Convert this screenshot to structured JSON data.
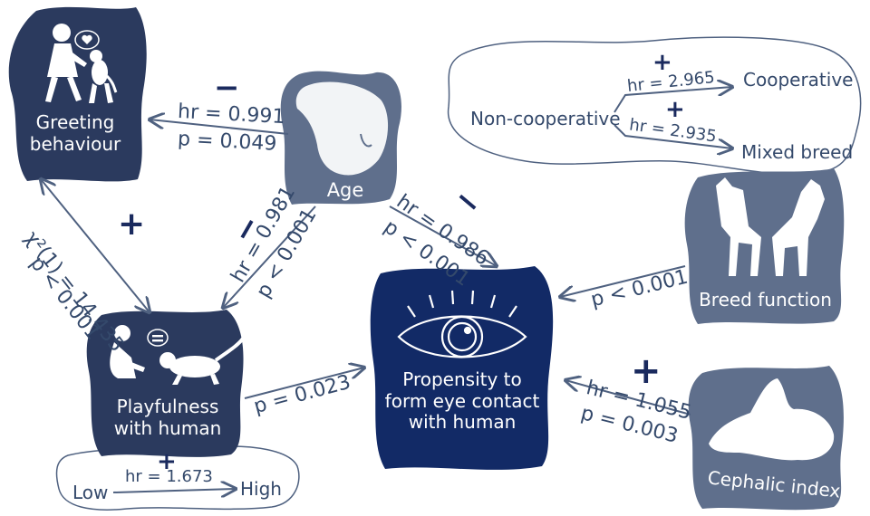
{
  "nodes": {
    "greeting": {
      "label": "Greeting behaviour",
      "line1": "Greeting",
      "line2": "behaviour"
    },
    "age": {
      "label": "Age"
    },
    "playfulness": {
      "label": "Playfulness with human",
      "line1": "Playfulness",
      "line2": "with human"
    },
    "propensity": {
      "label": "Propensity to form eye contact with human",
      "line1": "Propensity to",
      "line2": "form eye contact",
      "line3": "with human"
    },
    "breed_function": {
      "label": "Breed function"
    },
    "cephalic": {
      "label": "Cephalic index"
    }
  },
  "breed_cloud": {
    "source": "Non-cooperative",
    "targets": [
      {
        "name": "Cooperative",
        "hr": "hr = 2.965",
        "sign": "+"
      },
      {
        "name": "Mixed breed",
        "hr": "hr = 2.935",
        "sign": "+"
      }
    ]
  },
  "play_cloud": {
    "low": "Low",
    "high": "High",
    "hr": "hr = 1.673",
    "sign": "+"
  },
  "edges": {
    "age_greeting": {
      "sign": "−",
      "hr": "hr = 0.991",
      "p": "p = 0.049"
    },
    "age_playfulness": {
      "sign": "−",
      "hr": "hr = 0.981",
      "p": "p < 0.001"
    },
    "age_propensity": {
      "sign": "−",
      "hr": "hr = 0.986",
      "p": "p < 0.001"
    },
    "greeting_playfulness": {
      "sign": "+",
      "stat": "χ²(1) = 14.435",
      "p": "p < 0.001"
    },
    "playfulness_propensity": {
      "p": "p = 0.023"
    },
    "breed_propensity": {
      "p": "p < 0.001"
    },
    "cephalic_propensity": {
      "sign": "+",
      "hr": "hr = 1.055",
      "p": "p = 0.003"
    }
  },
  "colors": {
    "dark": "#2b3a5e",
    "slate": "#5f6f8c",
    "navy": "#122a66",
    "arrow": "#4f6180",
    "text": "#34496b"
  }
}
